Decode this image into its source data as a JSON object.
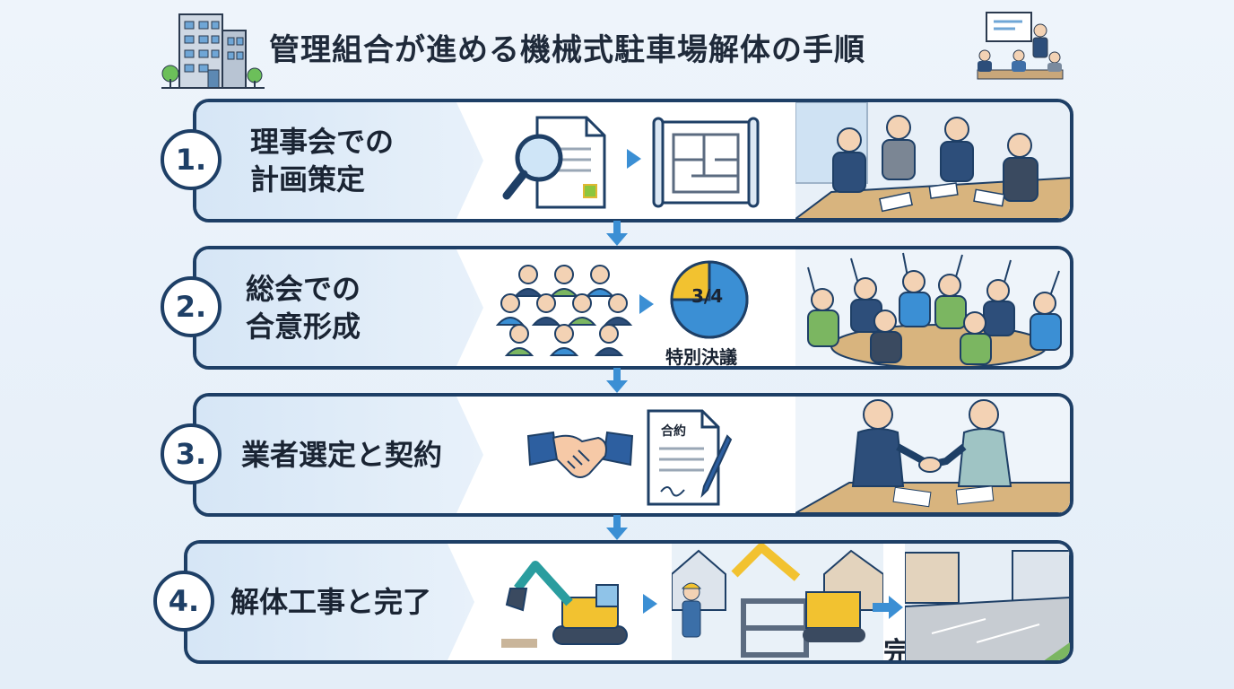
{
  "title": "管理組合が進める機械式駐車場解体の手順",
  "steps": [
    {
      "number": "1.",
      "line1": "理事会での",
      "line2": "計画策定"
    },
    {
      "number": "2.",
      "line1": "総会での",
      "line2": "合意形成"
    },
    {
      "number": "3.",
      "line1": "業者選定と契約",
      "line2": ""
    },
    {
      "number": "4.",
      "line1": "解体工事と完了",
      "line2": ""
    }
  ],
  "step2": {
    "fraction": "3/4",
    "resolution": "特別決議",
    "approval_share": 0.75
  },
  "step3": {
    "contract_doc_title": "合約"
  },
  "step4": {
    "done_label": "完了"
  },
  "colors": {
    "navy": "#1e3f66",
    "accent_blue": "#3b8fd4",
    "yellow": "#f2c230",
    "band": "#d6e6f6"
  }
}
